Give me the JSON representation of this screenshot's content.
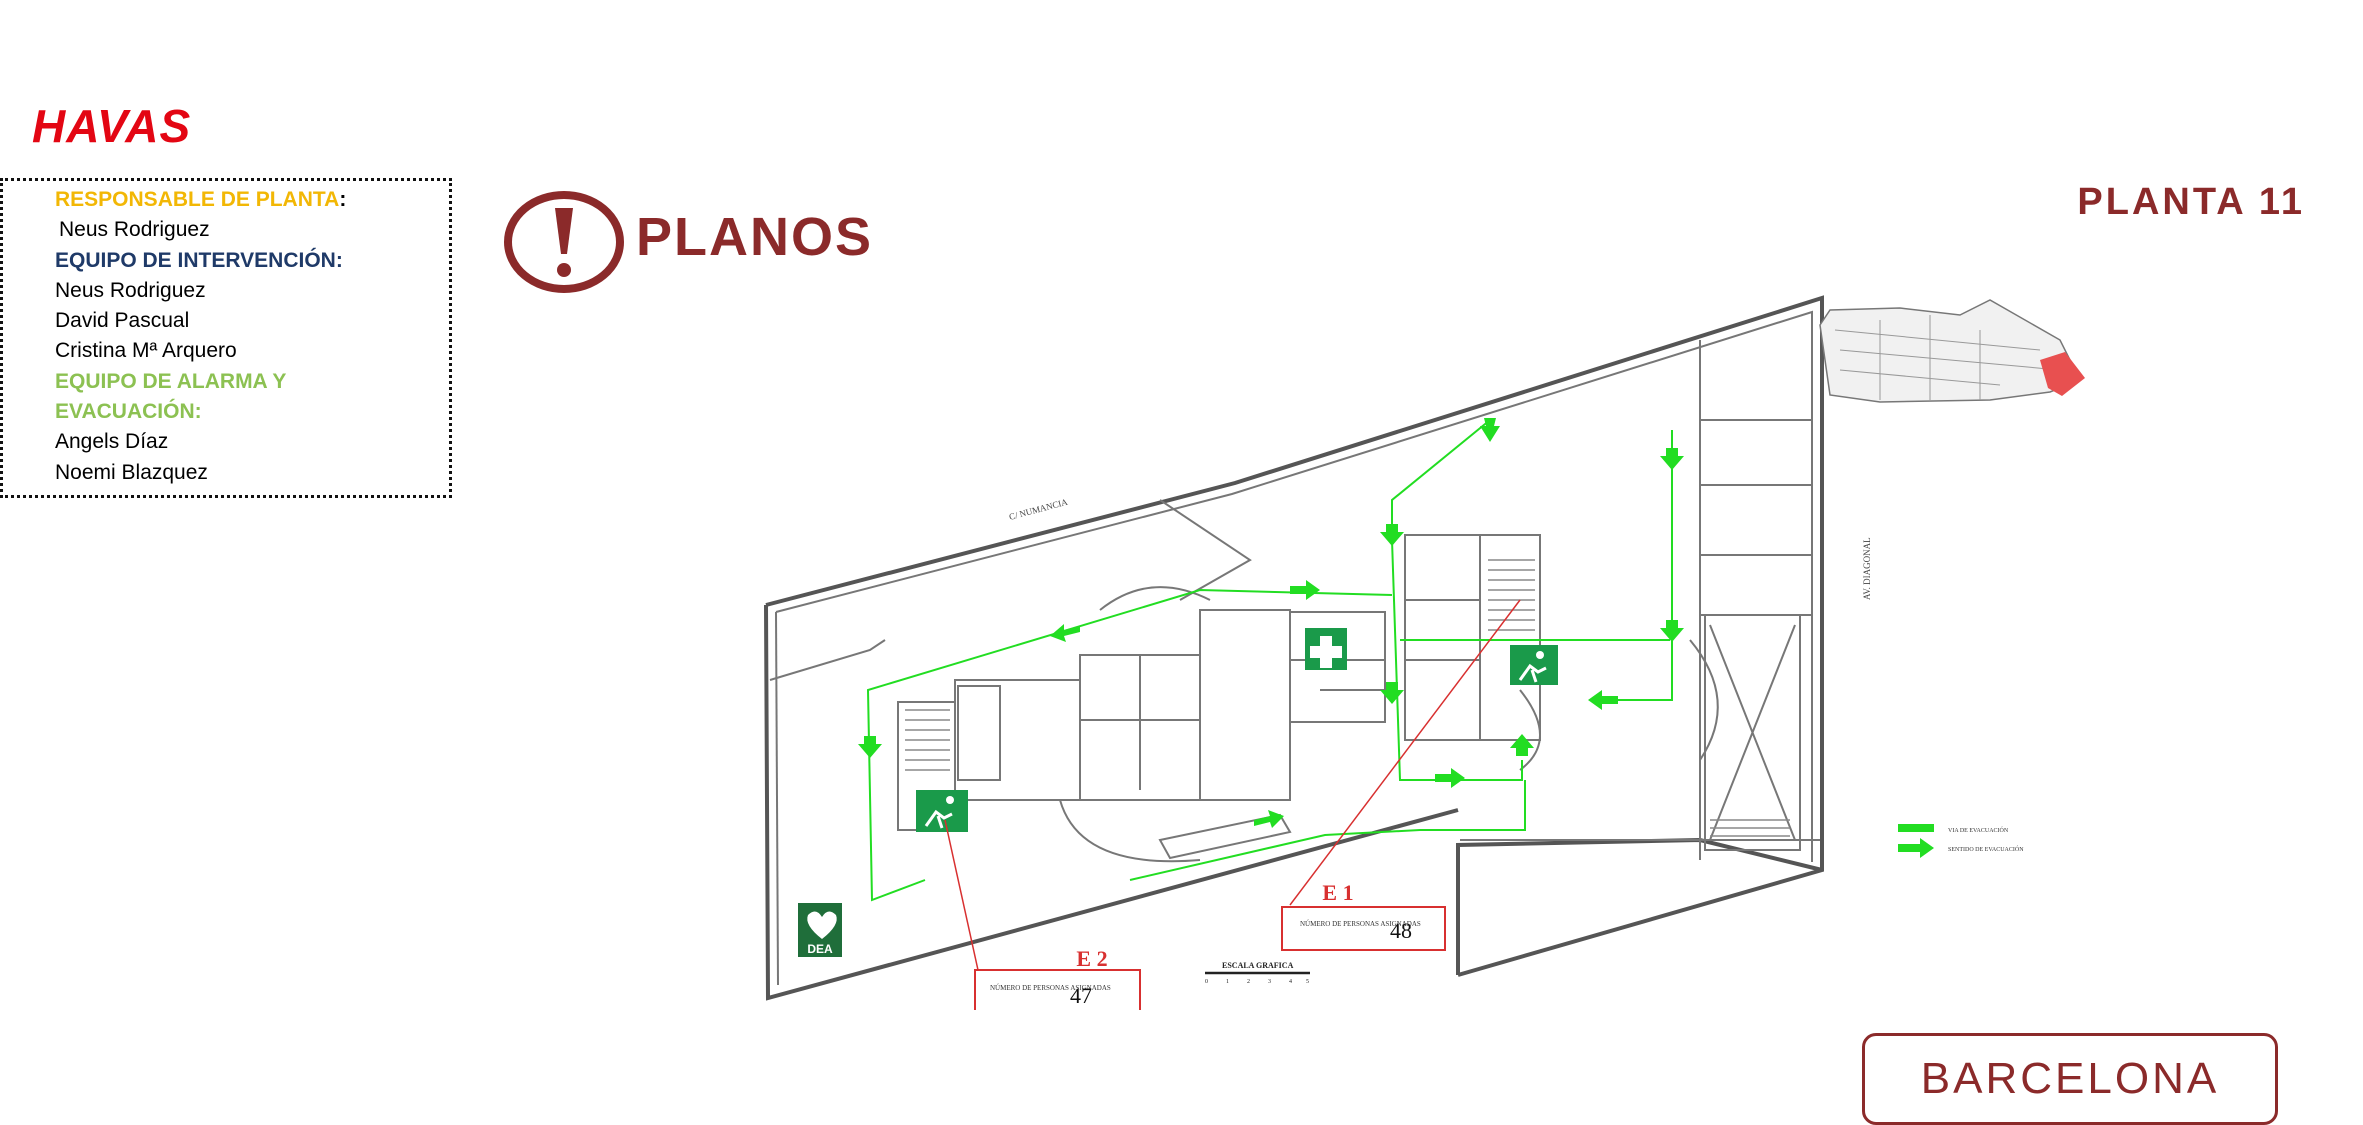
{
  "brand": {
    "logo_text": "HAVAS",
    "logo_color": "#e30613"
  },
  "staff": {
    "responsable_header": "RESPONSABLE DE PLANTA",
    "responsable_colon": ":",
    "responsable_name": "Neus Rodriguez",
    "intervencion_header": "EQUIPO DE INTERVENCIÓN:",
    "intervencion_members": [
      "Neus Rodriguez",
      "David Pascual",
      "Cristina Mª Arquero"
    ],
    "alarma_header_line1": "EQUIPO DE ALARMA Y",
    "alarma_header_line2": "EVACUACIÓN:",
    "alarma_members": [
      "Angels Díaz",
      "Noemi Blazquez"
    ]
  },
  "header": {
    "title": "PLANOS",
    "floor": "PLANTA 11"
  },
  "plan": {
    "street_top": "C/ NUMANCIA",
    "street_right": "AV. DIAGONAL",
    "exits": [
      {
        "label": "E 1",
        "caption": "NÚMERO DE PERSONAS ASIGNADAS",
        "count": "48"
      },
      {
        "label": "E 2",
        "caption": "NÚMERO DE PERSONAS ASIGNADAS",
        "count": "47"
      }
    ],
    "scale_label": "ESCALA GRAFICA",
    "scale_ticks": [
      "0",
      "1",
      "2",
      "3",
      "4",
      "5"
    ],
    "dea_label": "DEA",
    "legend": [
      {
        "label": "VIA DE EVACUACIÓN"
      },
      {
        "label": "SENTIDO DE EVACUACIÓN"
      }
    ],
    "colors": {
      "route": "#22dd22",
      "wall": "#555555",
      "exit_box": "#d83030",
      "sign": "#1a9a4a"
    }
  },
  "footer": {
    "city": "BARCELONA"
  }
}
